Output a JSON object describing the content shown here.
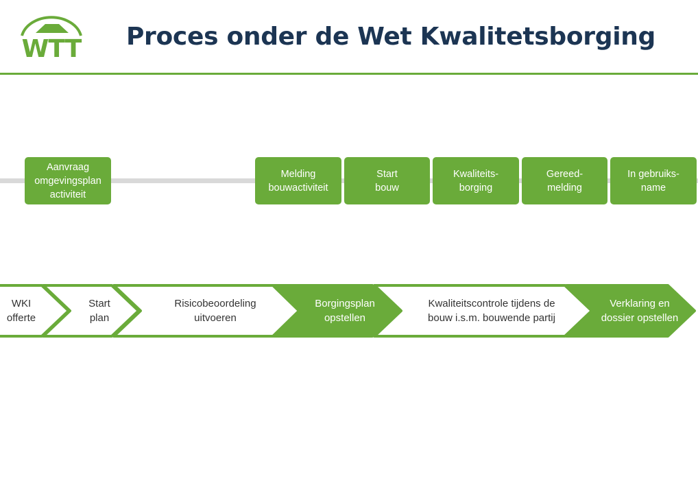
{
  "header": {
    "logo_text": "WTT",
    "title": "Proces onder de Wet Kwalitetsborging"
  },
  "colors": {
    "green": "#6aab3a",
    "navy": "#1c3553",
    "timeline_gray": "#d9d9d9",
    "white": "#ffffff",
    "dark_text": "#333333"
  },
  "timeline": {
    "boxes": [
      {
        "label": "Aanvraag\nomgevingsplan\nactiviteit"
      },
      {
        "label": "Melding\nbouwactiviteit"
      },
      {
        "label": "Start\nbouw"
      },
      {
        "label": "Kwaliteits-\nborging"
      },
      {
        "label": "Gereed-\nmelding"
      },
      {
        "label": "In gebruiks-\nname"
      }
    ]
  },
  "process": {
    "steps": [
      {
        "label": "WKI\nofferte",
        "filled": false
      },
      {
        "label": "Start\nplan",
        "filled": false
      },
      {
        "label": "Risicobeoordeling\nuitvoeren",
        "filled": false
      },
      {
        "label": "Borgingsplan\nopstellen",
        "filled": true
      },
      {
        "label": "Kwaliteitscontrole tijdens de\nbouw i.s.m. bouwende partij",
        "filled": false
      },
      {
        "label": "Verklaring en\ndossier opstellen",
        "filled": true
      }
    ]
  }
}
